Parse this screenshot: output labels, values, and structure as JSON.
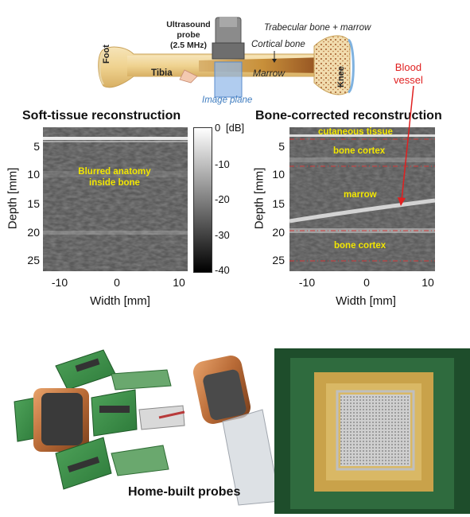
{
  "bone_diagram": {
    "probe_label": "Ultrasound probe (2.5 MHz)",
    "probe_label_line1": "Ultrasound",
    "probe_label_line2": "probe",
    "probe_label_line3": "(2.5 MHz)",
    "trabecular_label": "Trabecular bone + marrow",
    "cortical_label": "Cortical bone",
    "marrow_label": "Marrow",
    "tibia_label": "Tibia",
    "foot_label": "Foot",
    "knee_label": "Knee",
    "image_plane_label": "Image plane",
    "blood_vessel_line1": "Blood",
    "blood_vessel_line2": "vessel"
  },
  "left_panel": {
    "title": "Soft-tissue reconstruction",
    "annotation_line1": "Blurred anatomy",
    "annotation_line2": "inside bone",
    "y_axis_label": "Depth [mm]",
    "x_axis_label": "Width [mm]",
    "y_ticks": [
      "5",
      "10",
      "15",
      "20",
      "25"
    ],
    "x_ticks": [
      "-10",
      "0",
      "10"
    ]
  },
  "colorbar": {
    "ticks": [
      "0",
      "-10",
      "-20",
      "-30",
      "-40"
    ],
    "unit": "[dB]"
  },
  "right_panel": {
    "title": "Bone-corrected reconstruction",
    "y_axis_label": "Depth [mm]",
    "x_axis_label": "Width [mm]",
    "y_ticks": [
      "5",
      "10",
      "15",
      "20",
      "25"
    ],
    "x_ticks": [
      "-10",
      "0",
      "10"
    ],
    "layer_labels": {
      "cutaneous": "cutaneous tissue",
      "cortex_top": "bone cortex",
      "marrow": "marrow",
      "cortex_bottom": "bone cortex"
    }
  },
  "photos": {
    "caption": "Home-built probes"
  },
  "colors": {
    "annotation_yellow": "#f2e600",
    "blood_vessel_red": "#e02020",
    "image_plane_blue": "#3d7bbf",
    "boundary_red": "#d23a3a"
  }
}
